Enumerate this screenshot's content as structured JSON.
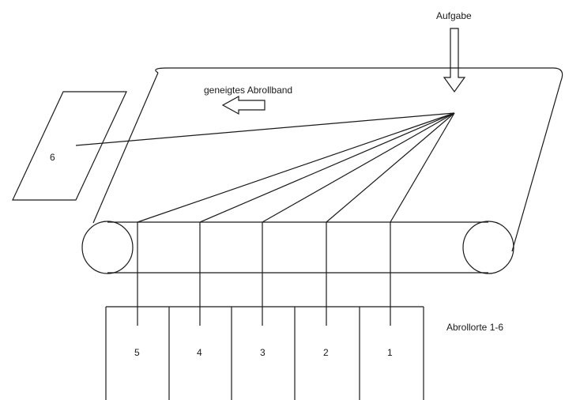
{
  "labels": {
    "feed": "Aufgabe",
    "belt": "geneigtes Abrollband",
    "locations": "Abrollorte 1-6"
  },
  "bins": [
    "5",
    "4",
    "3",
    "2",
    "1"
  ],
  "side_bin": "6"
}
